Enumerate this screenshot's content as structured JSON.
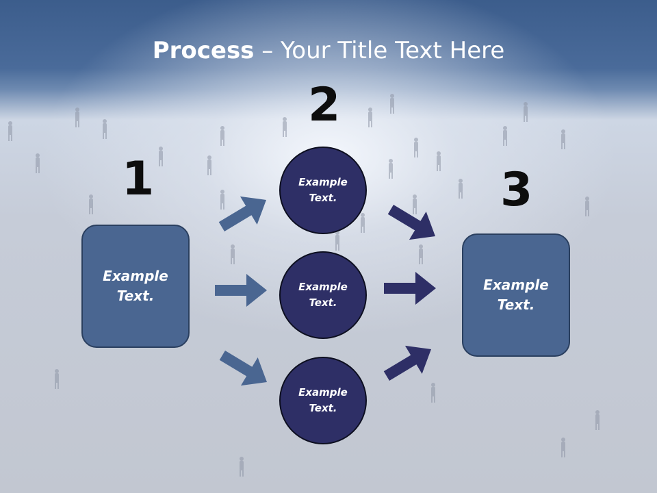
{
  "slide": {
    "title_bold": "Process",
    "title_rest": " – Your Title Text Here"
  },
  "steps": {
    "one": "1",
    "two": "2",
    "three": "3"
  },
  "nodes": {
    "left_box": "Example\nText.",
    "right_box": "Example\nText.",
    "circle_top": "Example\nText.",
    "circle_middle": "Example\nText.",
    "circle_bottom": "Example\nText."
  },
  "colors": {
    "box_fill": "#4a6691",
    "circle_fill": "#2e2f66",
    "arrow_left": "#4a6691",
    "arrow_right": "#2e2f66"
  }
}
